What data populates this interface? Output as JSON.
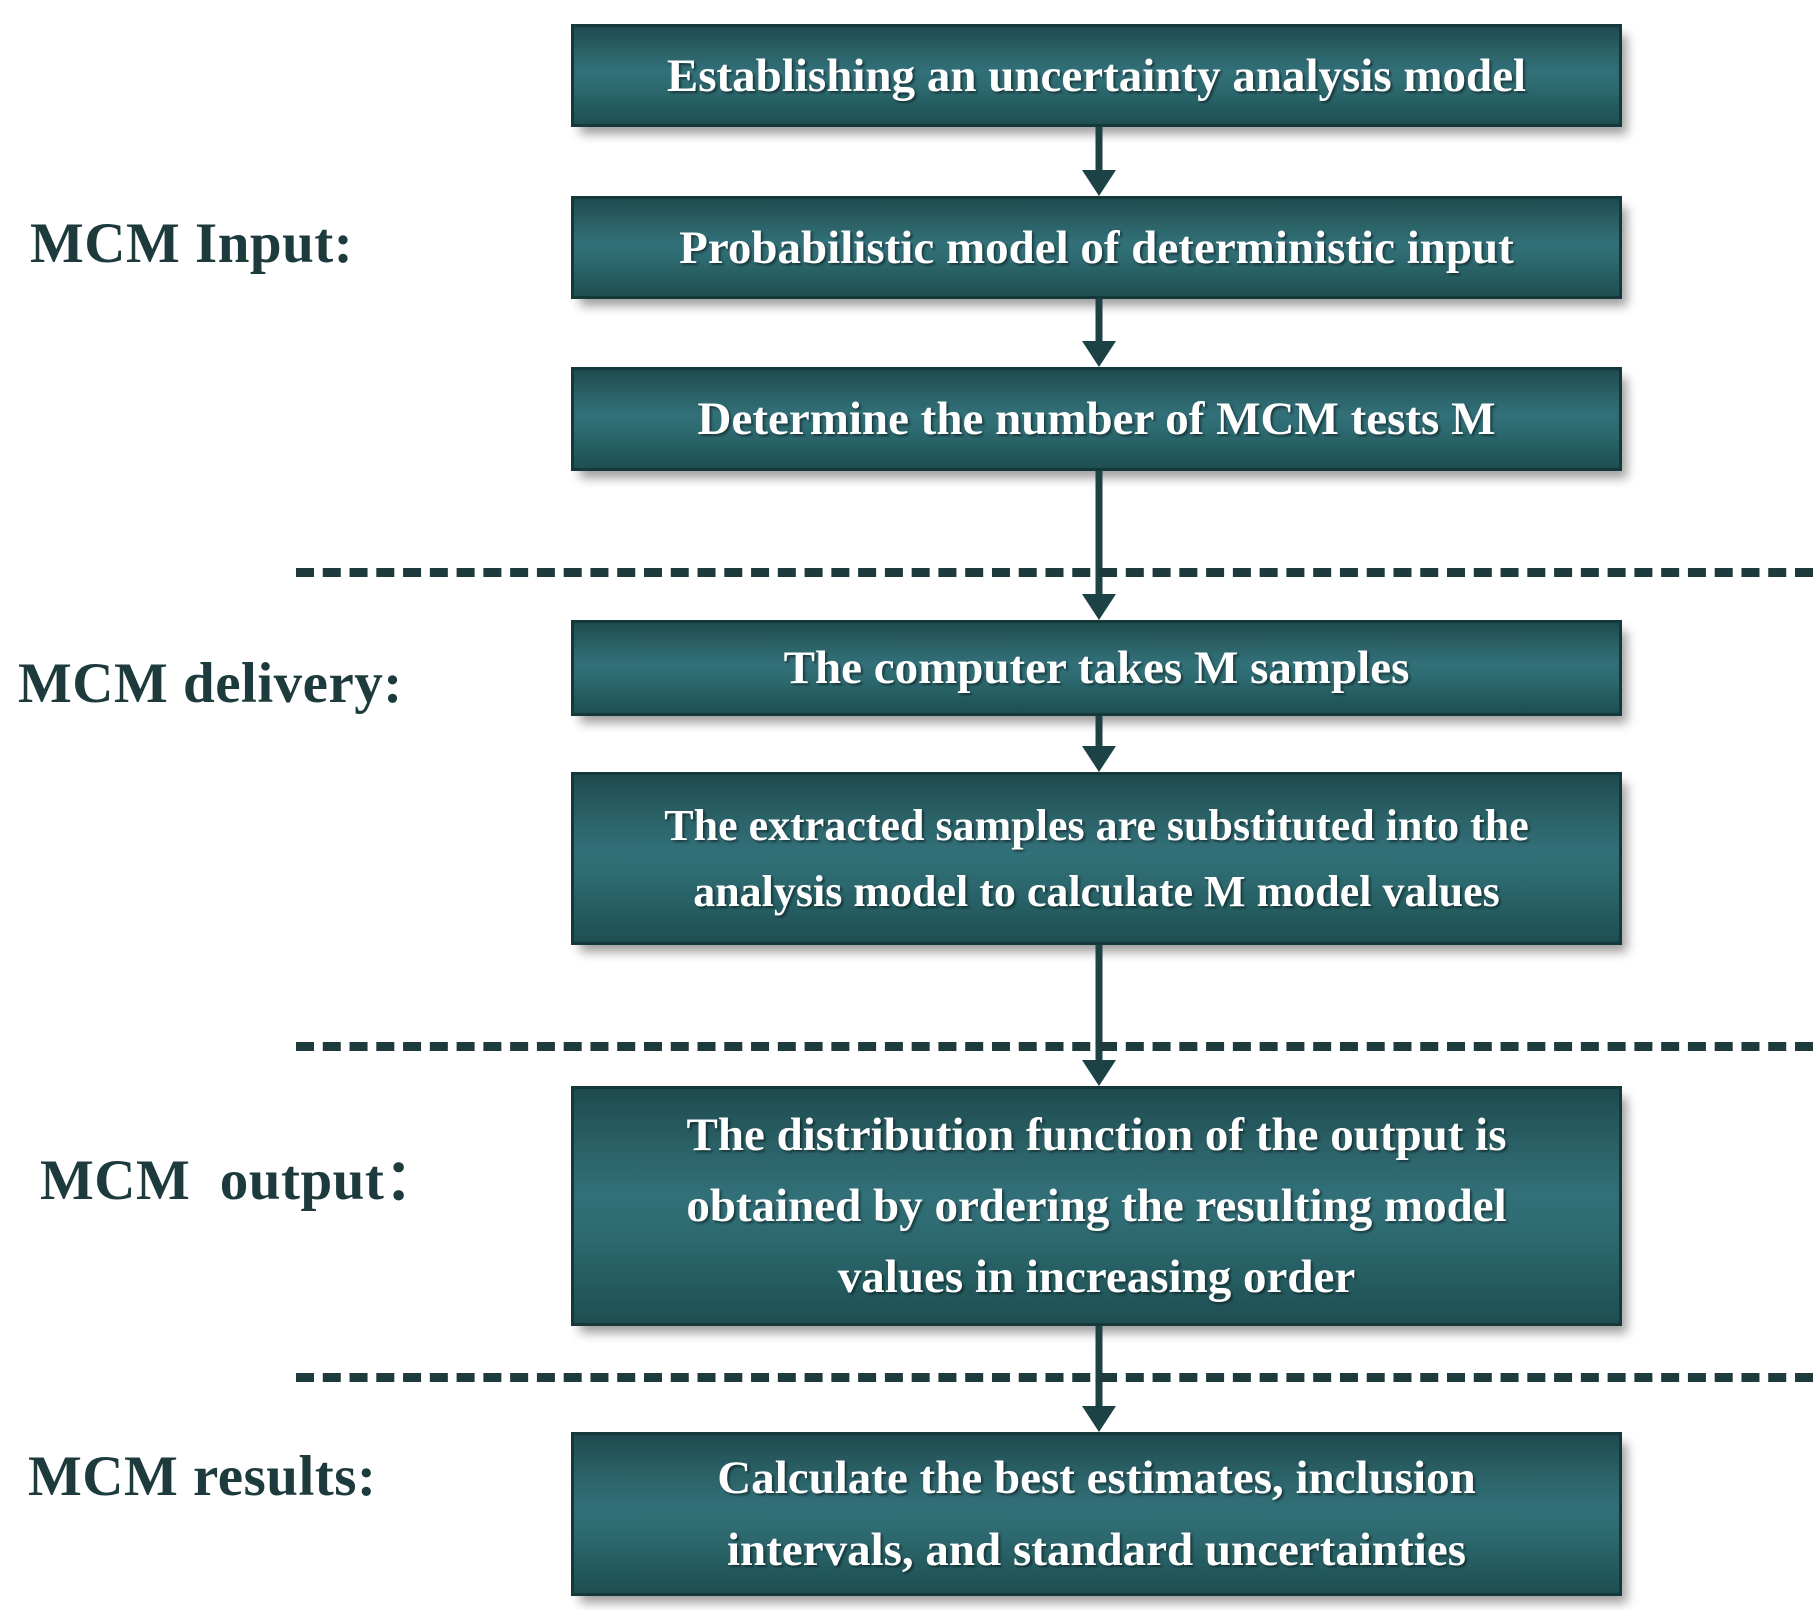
{
  "diagram": {
    "title": "MCM uncertainty analysis flowchart",
    "accent_color": "#2b6268",
    "border_color": "#15383b",
    "label_color": "#1d3a3c",
    "arrow_color": "#1d4246",
    "box_text_color": "#ffffff",
    "background_color": "#ffffff"
  },
  "stages": [
    {
      "id": "input",
      "label": "MCM Input:"
    },
    {
      "id": "delivery",
      "label": "MCM delivery:"
    },
    {
      "id": "output",
      "label": "MCM  output："
    },
    {
      "id": "results",
      "label": "MCM results:"
    }
  ],
  "nodes": [
    {
      "id": "n1",
      "text": "Establishing an uncertainty analysis model"
    },
    {
      "id": "n2",
      "text": "Probabilistic model of deterministic input"
    },
    {
      "id": "n3",
      "text": "Determine the number of MCM tests M"
    },
    {
      "id": "n4",
      "text": "The computer takes M samples"
    },
    {
      "id": "n5",
      "text": "The extracted samples are substituted into the\nanalysis model to calculate M model values"
    },
    {
      "id": "n6",
      "text": "The distribution function of the output is\nobtained by ordering the resulting model\nvalues in increasing order"
    },
    {
      "id": "n7",
      "text": "Calculate the best estimates, inclusion\nintervals, and standard uncertainties"
    }
  ],
  "connectors": [
    {
      "id": "a1",
      "from": "n1",
      "to": "n2"
    },
    {
      "id": "a2",
      "from": "n2",
      "to": "n3"
    },
    {
      "id": "a3",
      "from": "n3",
      "to": "n4"
    },
    {
      "id": "a4",
      "from": "n4",
      "to": "n5"
    },
    {
      "id": "a5",
      "from": "n5",
      "to": "n6"
    },
    {
      "id": "a6",
      "from": "n6",
      "to": "n7"
    }
  ],
  "dividers": [
    {
      "id": "d1",
      "after_stage": "input"
    },
    {
      "id": "d2",
      "after_stage": "delivery"
    },
    {
      "id": "d3",
      "after_stage": "output"
    }
  ]
}
